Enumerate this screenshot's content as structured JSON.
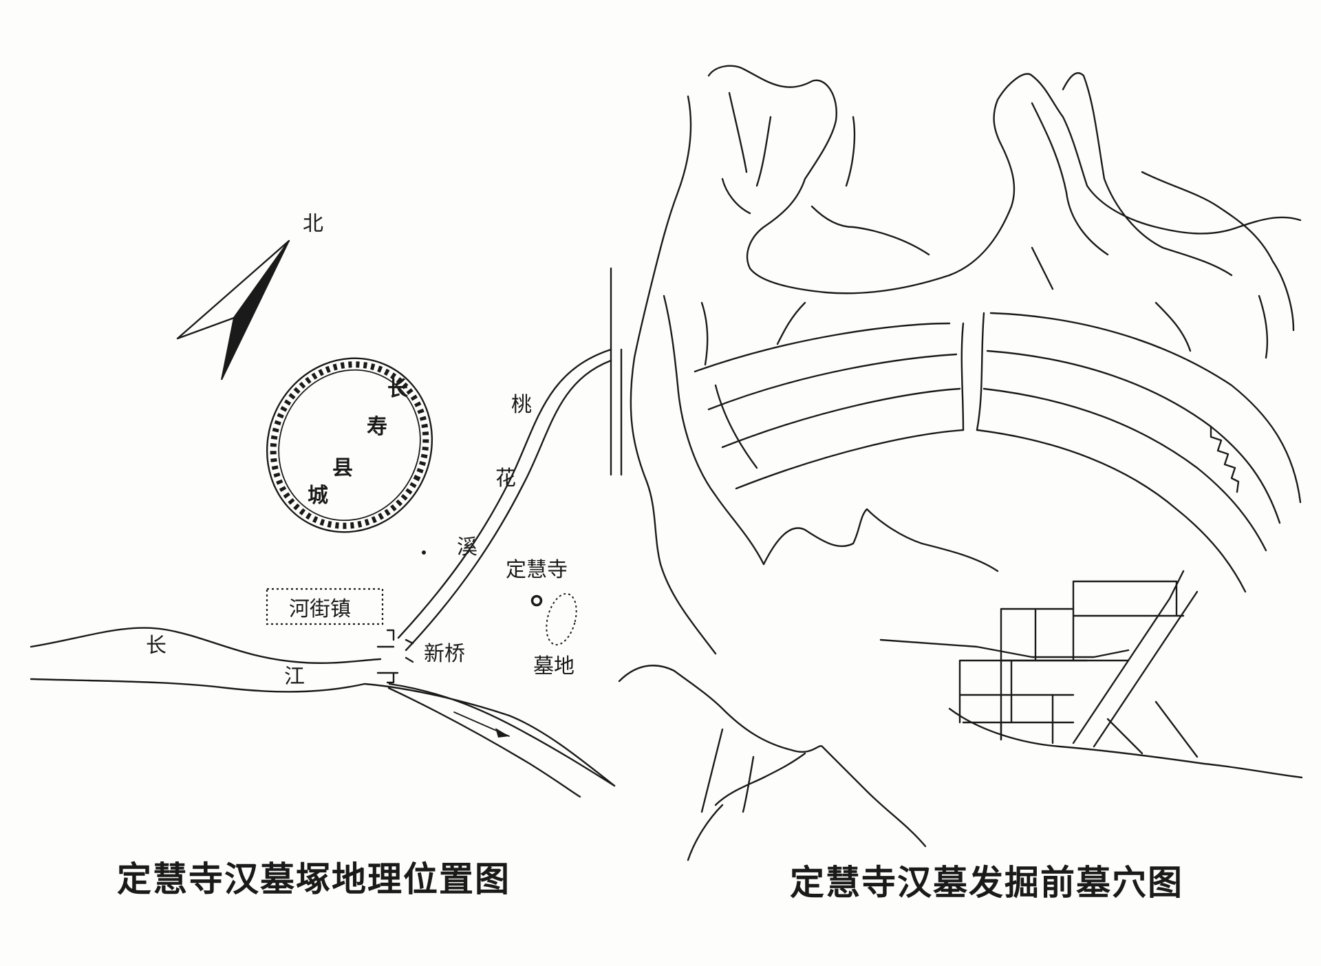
{
  "colors": {
    "ink": "#1a1a1a",
    "paper": "#fdfdfb"
  },
  "left_map": {
    "north": "北",
    "city_chars": [
      "长",
      "寿",
      "县",
      "城"
    ],
    "stream_chars": [
      "桃",
      "花",
      "溪"
    ],
    "river_chars": [
      "长",
      "江"
    ],
    "town": "河街镇",
    "bridge": "新桥",
    "temple": "定慧寺",
    "cemetery": "墓地",
    "caption": "定慧寺汉墓塚地理位置图"
  },
  "right_map": {
    "caption": "定慧寺汉墓发掘前墓穴图"
  }
}
